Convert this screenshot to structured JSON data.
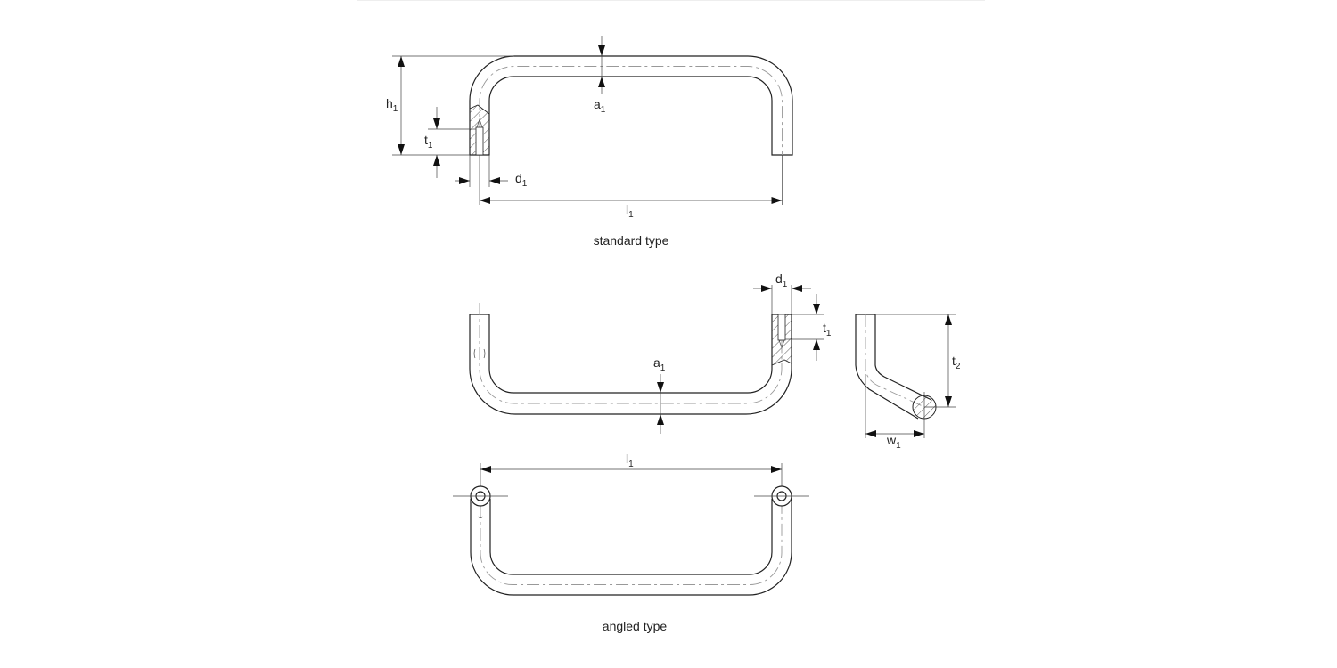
{
  "labels": {
    "h1": {
      "base": "h",
      "sub": "1"
    },
    "t1": {
      "base": "t",
      "sub": "1"
    },
    "d1": {
      "base": "d",
      "sub": "1"
    },
    "a1": {
      "base": "a",
      "sub": "1"
    },
    "l1": {
      "base": "l",
      "sub": "1"
    },
    "t2": {
      "base": "t",
      "sub": "2"
    },
    "w1": {
      "base": "w",
      "sub": "1"
    }
  },
  "captions": {
    "standard": "standard type",
    "angled": "angled type"
  },
  "colors": {
    "line": "#222222",
    "centerline": "#999999"
  }
}
